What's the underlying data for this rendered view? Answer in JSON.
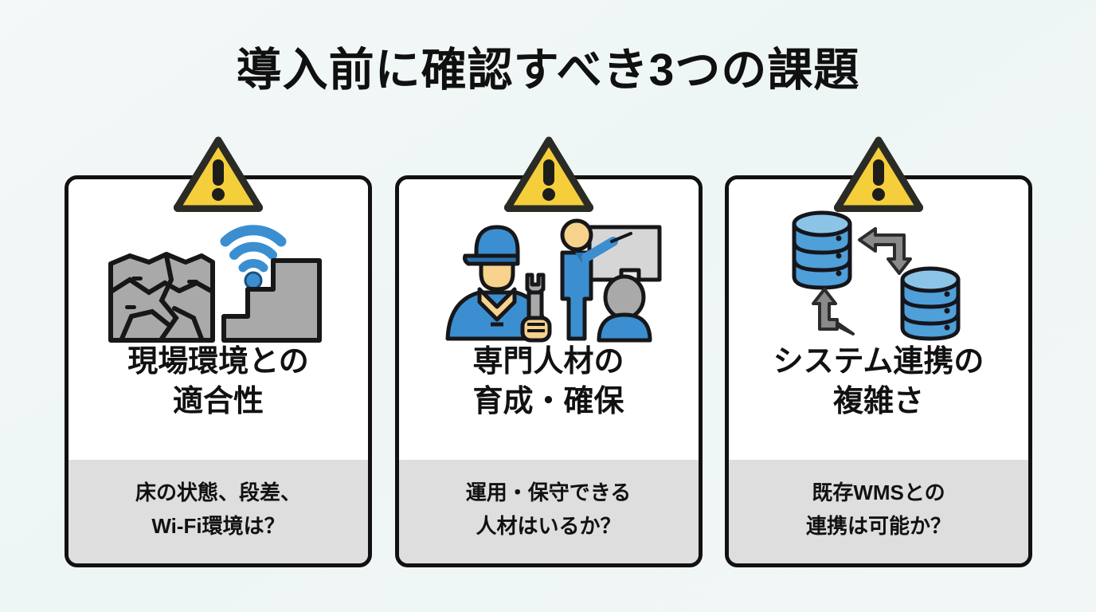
{
  "theme": {
    "background": "#f0f7f6",
    "card_background": "#ffffff",
    "card_border": "#111111",
    "footer_band": "#dedede",
    "warning_yellow": "#f5ce3c",
    "warning_outline": "#2b2b26",
    "accent_blue": "#3b8fd0",
    "accent_blue_dark": "#2a72ad",
    "icon_gray": "#a9a9a9",
    "skin_tone": "#f6d28c",
    "text_color": "#111111"
  },
  "header": {
    "title": "導入前に確認すべき3つの課題"
  },
  "cards": [
    {
      "id": "site-environment",
      "badge_icon": "warning-triangle-icon",
      "art_icons": [
        "cracked-floor-icon",
        "wifi-signal-icon",
        "stairs-step-icon"
      ],
      "title": "現場環境との\n適合性",
      "title_line1": "現場環境との",
      "title_line2": "適合性",
      "caption_line1": "床の状態、段差、",
      "caption_line2": "Wi-Fi環境は？"
    },
    {
      "id": "specialist-personnel",
      "badge_icon": "warning-triangle-icon",
      "art_icons": [
        "worker-with-wrench-icon",
        "instructor-whiteboard-icon",
        "seated-trainee-icon"
      ],
      "title": "専門人材の\n育成・確保",
      "title_line1": "専門人材の",
      "title_line2": "育成・確保",
      "caption_line1": "運用・保守できる",
      "caption_line2": "人材はいるか？"
    },
    {
      "id": "system-integration",
      "badge_icon": "warning-triangle-icon",
      "art_icons": [
        "database-cylinder-icon",
        "database-cylinder-icon",
        "bidirectional-arrows-icon"
      ],
      "title": "システム連携の\n複雑さ",
      "title_line1": "システム連携の",
      "title_line2": "複雑さ",
      "caption_line1": "既存WMSとの",
      "caption_line2": "連携は可能か？"
    }
  ]
}
